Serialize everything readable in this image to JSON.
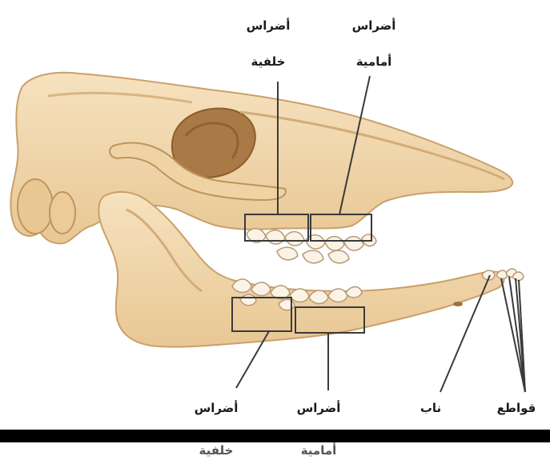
{
  "labels": {
    "top_back_line1": "أضراس",
    "top_back_line2": "خلفية",
    "top_front_line1": "أضراس",
    "top_front_line2": "أمامية",
    "bottom_back_line1": "أضراس",
    "bottom_back_line2": "خلفية",
    "bottom_front_line1": "أضراس",
    "bottom_front_line2": "أمامية",
    "canine": "ناب",
    "incisors": "قواطع"
  },
  "colors": {
    "bone": "#f1d7ac",
    "bone_shadow": "#d9b27c",
    "bone_dark": "#b98a55",
    "tooth": "#fbf3e6",
    "line": "#3a3a3a",
    "bar": "#000000"
  }
}
